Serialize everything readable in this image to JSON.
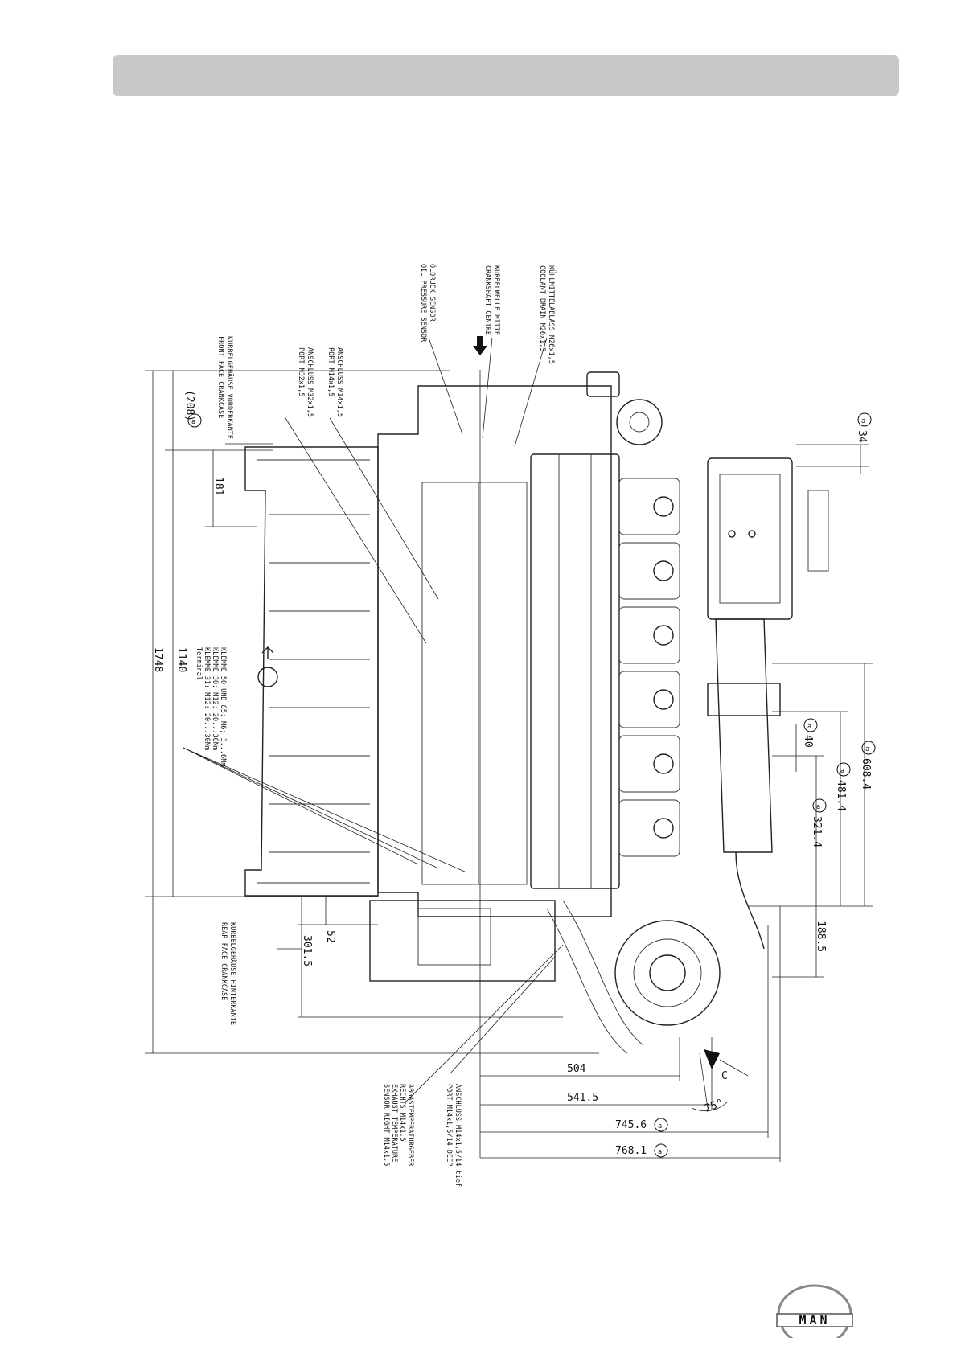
{
  "page": {
    "header_title": ""
  },
  "callouts": {
    "oil_pressure_sensor": [
      "ÖLDRUCK SENSOR",
      "OIL PRESSURE SENSOR"
    ],
    "crankshaft_centre": [
      "KURBELWELLE MITTE",
      "CRANKSHAFT CENTRE"
    ],
    "coolant_drain": [
      "KÜHLMITTELABLASS M26x1,5",
      "COOLANT DRAIN M26x1,5"
    ],
    "front_face_crankcase": [
      "KURBELGEHÄUSE VORDERKANTE",
      "FRONT FACE CRANKCASE"
    ],
    "port_m14": [
      "ANSCHLUSS M14x1,5",
      "PORT M14x1,5"
    ],
    "port_m32": [
      "ANSCHLUSS M32x1,5",
      "PORT M32x1,5"
    ],
    "terminal": [
      "KLEMME 50 UND 85: M6; 3...6Nm",
      "KLEMME 30: M12: 20...30Nm",
      "KLEMME 31: M12: 20...30Nm",
      "Terminal"
    ],
    "rear_face_crankcase": [
      "KURBELGEHÄUSE HINTERKANTE",
      "REAR FACE CRANKCASE"
    ],
    "exhaust_temp_sensor": [
      "ABGASTEMPERATURGEBER",
      "RECHTS M14x1,5",
      "EXHAUST TEMPERATURE",
      "SENSOR RIGHT M14x1,5"
    ],
    "port_m14_deep": [
      "ANSCHLUSS M14x1,5/14 tief",
      "PORT M14x1,5/14 DEEP"
    ]
  },
  "dimensions": {
    "d208": "(208)",
    "d181": "181",
    "d1140": "1140",
    "d1748": "1748",
    "d52": "52",
    "d301_5": "301.5",
    "d34": "34",
    "d40": "40",
    "d608_4": "608.4",
    "d481_4": "481.4",
    "d321_4": "321.4",
    "d188_5": "188.5",
    "d504": "504",
    "d541_5": "541.5",
    "d745_6": "745.6",
    "d768_1": "768.1",
    "angle25": "25°",
    "view_c": "C",
    "ref_a": "a"
  },
  "logo": {
    "text": "MAN"
  }
}
